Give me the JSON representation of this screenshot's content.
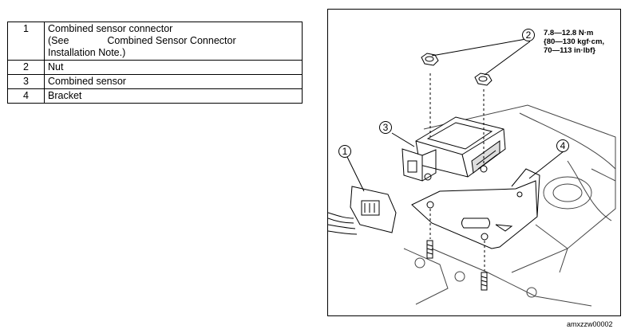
{
  "parts_table": {
    "rows": [
      {
        "num": "1",
        "lines": [
          "Combined sensor connector",
          "(See",
          "Combined Sensor Connector",
          "Installation Note.)"
        ]
      },
      {
        "num": "2",
        "lines": [
          "Nut"
        ]
      },
      {
        "num": "3",
        "lines": [
          "Combined sensor"
        ]
      },
      {
        "num": "4",
        "lines": [
          "Bracket"
        ]
      }
    ]
  },
  "figure": {
    "callouts": [
      "1",
      "2",
      "3",
      "4"
    ],
    "torque_spec": [
      "7.8—12.8 N·m",
      "{80—130 kgf·cm,",
      "70—113 in·lbf}"
    ],
    "code": "amxzzw00002"
  }
}
